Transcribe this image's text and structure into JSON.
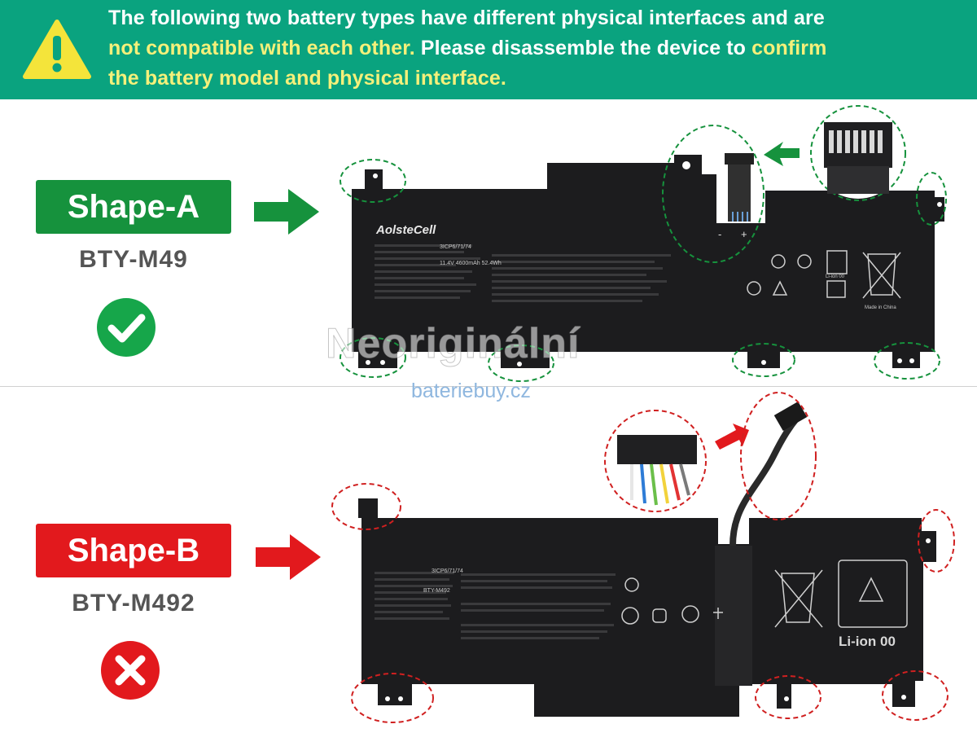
{
  "banner": {
    "part1": "The following two battery types have different physical interfaces and are",
    "part2_highlight": "not compatible with each other.",
    "part3": " Please disassemble the device to ",
    "part4_highlight": "confirm",
    "part5_highlight": "the battery model and physical interface."
  },
  "shape_a": {
    "label": "Shape-A",
    "model": "BTY-M49",
    "status": "compatible-check",
    "brand": "AolsteCell",
    "pack_type": "3ICP6/71/74",
    "spec": "11.4V 4600mAh 52.4Wh",
    "polarity_minus": "-",
    "polarity_plus": "+",
    "cert": "Li-ion 00",
    "origin": "Made in China"
  },
  "shape_b": {
    "label": "Shape-B",
    "model": "BTY-M492",
    "status": "incompatible-cross",
    "pack_type": "3ICP6/71/74",
    "model_name": "BTY-M492",
    "cert": "Li-ion 00"
  },
  "watermark": "Neoriginální",
  "site": "bateriebuy.cz",
  "colors": {
    "banner": "#0aa37f",
    "highlight": "#f4f07a",
    "shape_a": "#16923d",
    "shape_b": "#e2191d",
    "battery": "#1c1c1e"
  }
}
